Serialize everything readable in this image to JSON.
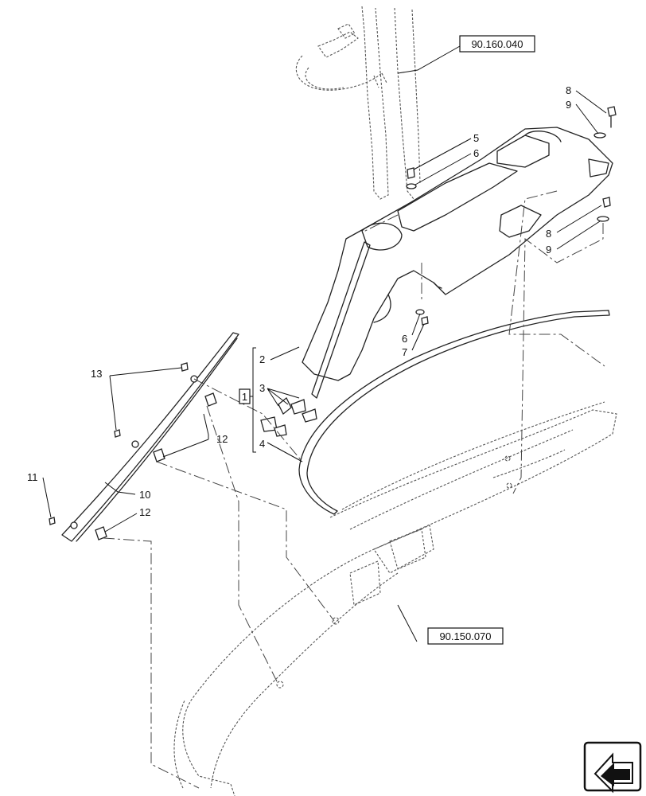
{
  "references": {
    "top_ref": "90.160.040",
    "bottom_ref": "90.150.070"
  },
  "callouts": {
    "c1": "1",
    "c2": "2",
    "c3": "3",
    "c4": "4",
    "c5": "5",
    "c6_top": "6",
    "c6_bottom": "6",
    "c7": "7",
    "c8_top": "8",
    "c9_top": "9",
    "c8_mid": "8",
    "c9_mid": "9",
    "c10": "10",
    "c11": "11",
    "c12_top": "12",
    "c12_bottom": "12",
    "c13": "13"
  },
  "nav_icon": "arrow-back-icon"
}
